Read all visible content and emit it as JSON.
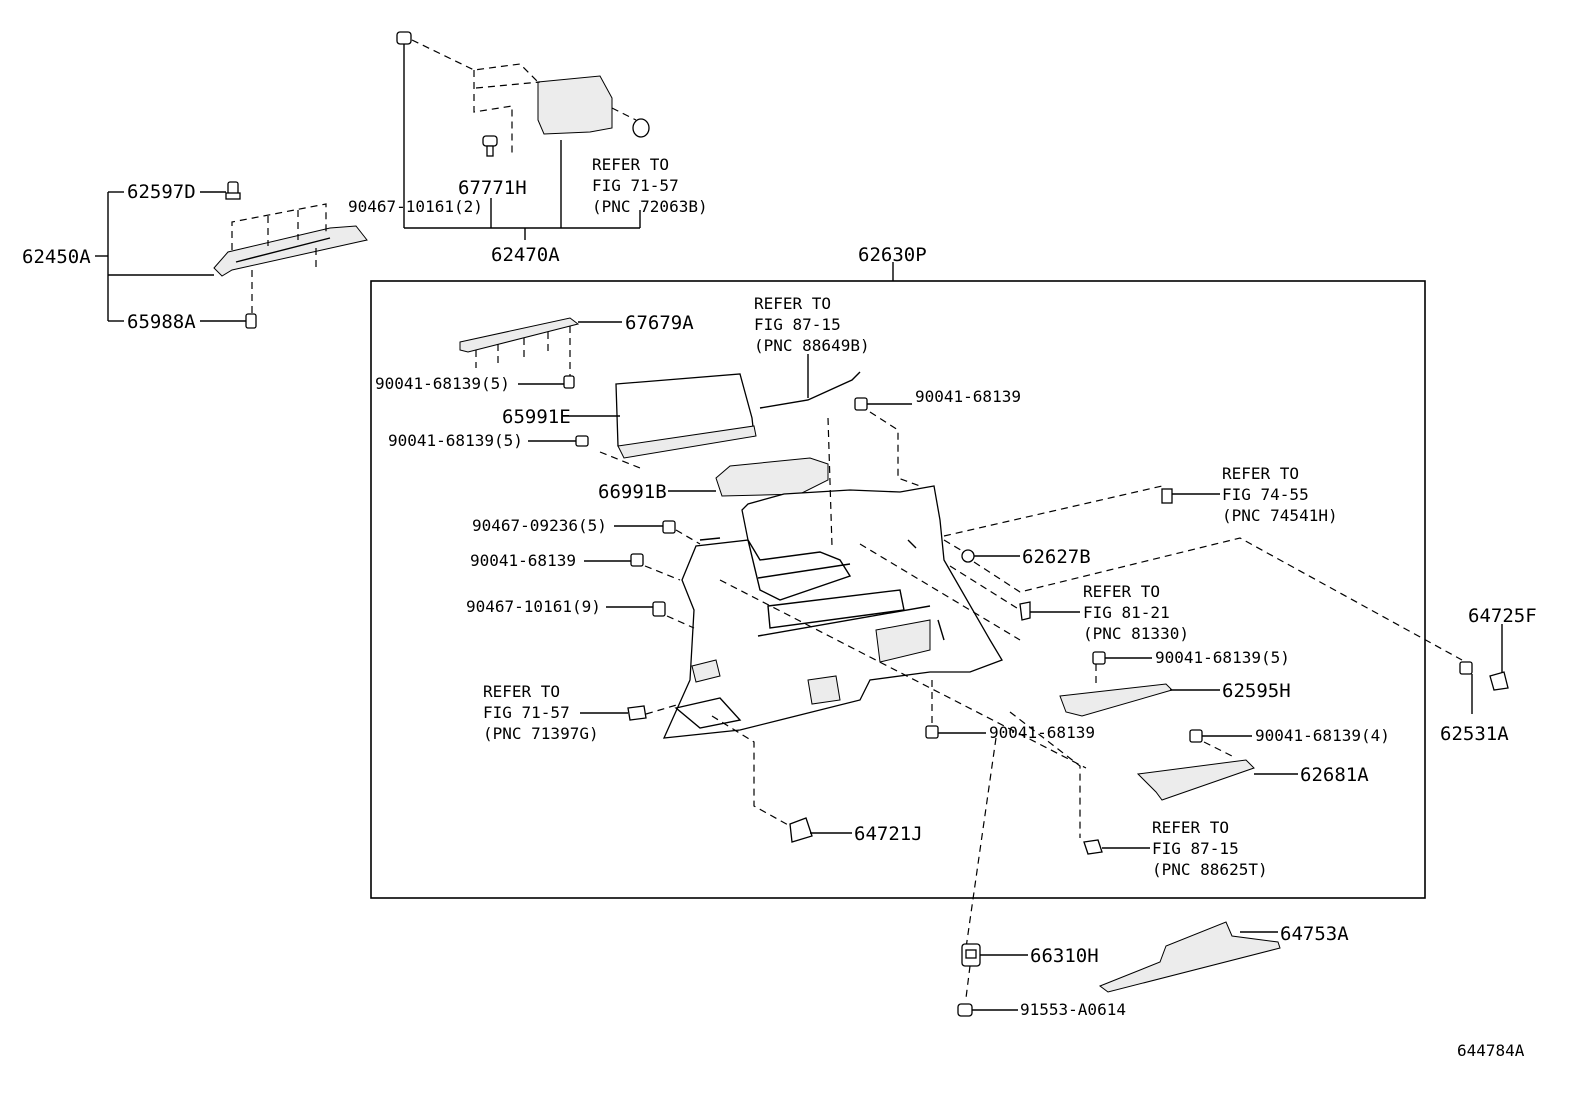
{
  "diagram_id": "644784A",
  "assembly": {
    "main": "62630P",
    "upper_left": "62450A",
    "upper_center": "62470A"
  },
  "parts": {
    "p62597D": "62597D",
    "p62450A": "62450A",
    "p65988A": "65988A",
    "p67771H": "67771H",
    "p90467_10161_2": "90467-10161(2)",
    "p62470A": "62470A",
    "p62630P": "62630P",
    "p67679A": "67679A",
    "p90041_68139_5a": "90041-68139(5)",
    "p65991E": "65991E",
    "p90041_68139_5b": "90041-68139(5)",
    "p66991B": "66991B",
    "p90467_09236_5": "90467-09236(5)",
    "p90041_68139_a": "90041-68139",
    "p90467_10161_9": "90467-10161(9)",
    "p90041_68139_top": "90041-68139",
    "p62627B": "62627B",
    "p90041_68139_5c": "90041-68139(5)",
    "p62595H": "62595H",
    "p90041_68139_mid": "90041-68139",
    "p90041_68139_4": "90041-68139(4)",
    "p62681A": "62681A",
    "p64721J": "64721J",
    "p64725F": "64725F",
    "p62531A": "62531A",
    "p66310H": "66310H",
    "p91553_A0614": "91553-A0614",
    "p64753A": "64753A"
  },
  "refs": {
    "r72063B": [
      "REFER TO",
      "FIG 71-57",
      "(PNC 72063B)"
    ],
    "r88649B": [
      "REFER TO",
      "FIG 87-15",
      "(PNC 88649B)"
    ],
    "r74541H": [
      "REFER TO",
      "FIG 74-55",
      "(PNC 74541H)"
    ],
    "r81330": [
      "REFER TO",
      "FIG 81-21",
      "(PNC 81330)"
    ],
    "r71397G": [
      "REFER TO",
      "FIG 71-57",
      "(PNC 71397G)"
    ],
    "r88625T": [
      "REFER TO",
      "FIG 87-15",
      "(PNC 88625T)"
    ]
  }
}
